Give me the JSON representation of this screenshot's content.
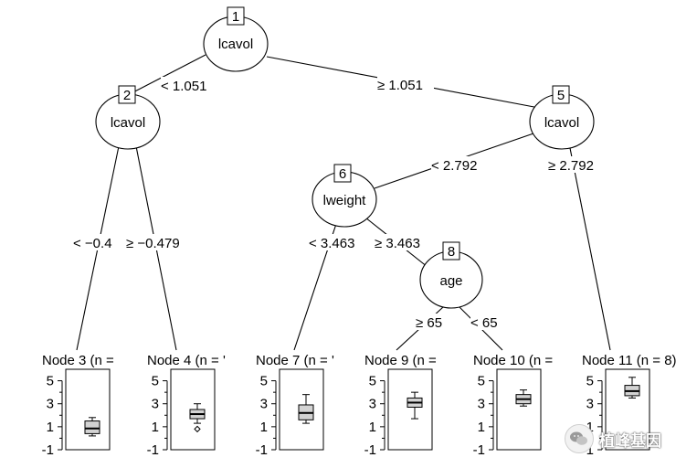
{
  "tree": {
    "splits": [
      {
        "id": "1",
        "variable": "lcavol"
      },
      {
        "id": "2",
        "variable": "lcavol"
      },
      {
        "id": "5",
        "variable": "lcavol"
      },
      {
        "id": "6",
        "variable": "lweight"
      },
      {
        "id": "8",
        "variable": "age"
      }
    ],
    "edge_labels": {
      "e1_2": "< 1.051",
      "e1_5": "≥ 1.051",
      "e2_3": "< −0.4",
      "e2_4": "≥ −0.479",
      "e5_6": "< 2.792",
      "e5_11": "≥ 2.792",
      "e6_7": "< 3.463",
      "e6_8": "≥ 3.463",
      "e8_9": "≥ 65",
      "e8_10": "< 65"
    },
    "terminals": [
      {
        "id": "3",
        "title": "Node 3 (n =",
        "stats": {
          "min": 0.2,
          "q1": 0.4,
          "median": 0.85,
          "q3": 1.5,
          "max": 1.8,
          "outliers": []
        }
      },
      {
        "id": "4",
        "title": "Node 4 (n = '",
        "stats": {
          "min": 1.3,
          "q1": 1.7,
          "median": 2.1,
          "q3": 2.5,
          "max": 3.0,
          "outliers": [
            0.8
          ]
        }
      },
      {
        "id": "7",
        "title": "Node 7 (n = '",
        "stats": {
          "min": 1.3,
          "q1": 1.6,
          "median": 2.2,
          "q3": 2.9,
          "max": 3.8,
          "outliers": []
        }
      },
      {
        "id": "9",
        "title": "Node 9 (n =",
        "stats": {
          "min": 1.7,
          "q1": 2.7,
          "median": 3.1,
          "q3": 3.5,
          "max": 4.0,
          "outliers": []
        }
      },
      {
        "id": "10",
        "title": "Node 10 (n =",
        "stats": {
          "min": 2.8,
          "q1": 3.0,
          "median": 3.4,
          "q3": 3.8,
          "max": 4.2,
          "outliers": []
        }
      },
      {
        "id": "11",
        "title": "Node 11 (n = 8)",
        "stats": {
          "min": 3.5,
          "q1": 3.7,
          "median": 4.1,
          "q3": 4.6,
          "max": 5.3,
          "outliers": []
        }
      }
    ],
    "y_axis": {
      "ticks": [
        "5",
        "3",
        "1",
        "-1"
      ],
      "tick_values": [
        5,
        3,
        1,
        -1
      ],
      "range": [
        -1,
        6
      ]
    }
  },
  "watermark": {
    "text": "植峰基因",
    "icon": "wechat-icon"
  }
}
